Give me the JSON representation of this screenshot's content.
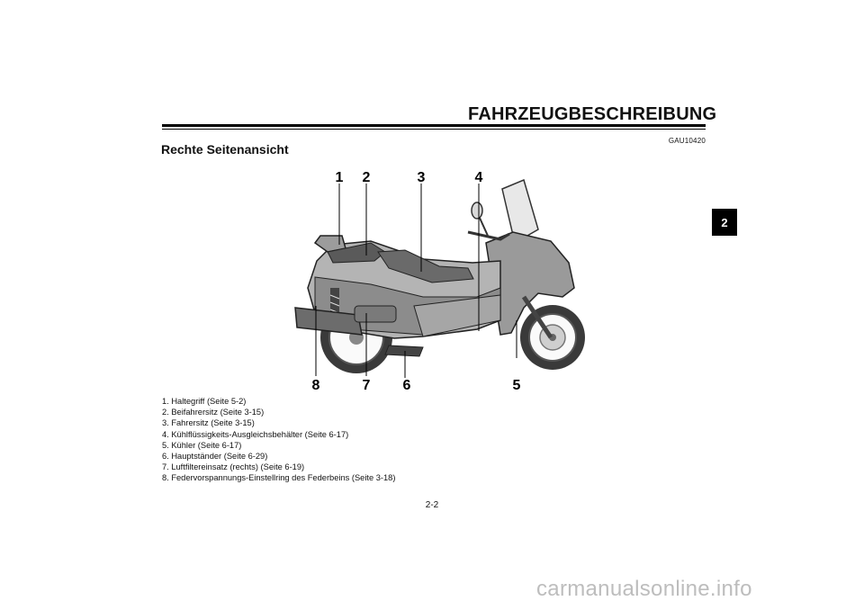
{
  "header": {
    "title": "FAHRZEUGBESCHREIBUNG"
  },
  "code_tag": "GAU10420",
  "section_title": "Rechte Seitenansicht",
  "chapter_tab": "2",
  "figure": {
    "callouts": [
      "1",
      "2",
      "3",
      "4",
      "5",
      "6",
      "7",
      "8"
    ]
  },
  "legend": [
    "1. Haltegriff (Seite 5-2)",
    "2. Beifahrersitz (Seite 3-15)",
    "3. Fahrersitz (Seite 3-15)",
    "4. Kühlflüssigkeits-Ausgleichsbehälter (Seite 6-17)",
    "5. Kühler (Seite 6-17)",
    "6. Hauptständer (Seite 6-29)",
    "7. Luftfiltereinsatz (rechts) (Seite 6-19)",
    "8. Federvorspannungs-Einstellring des Federbeins (Seite 3-18)"
  ],
  "page_number": "2-2",
  "watermark": "carmanualsonline.info"
}
